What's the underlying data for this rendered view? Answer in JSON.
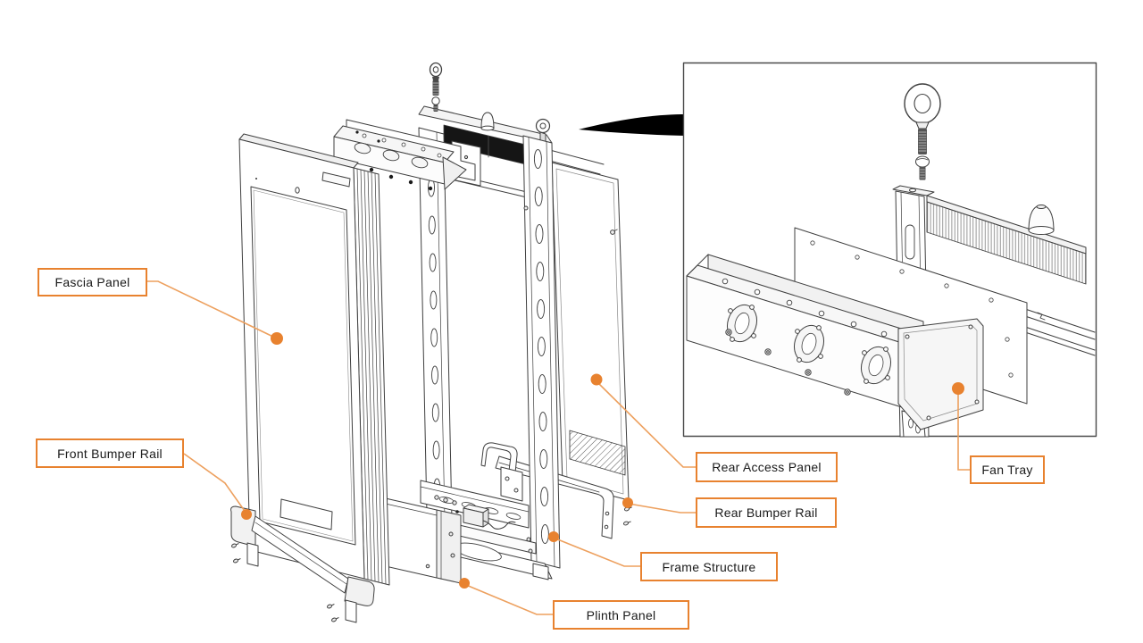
{
  "figure": {
    "type": "exploded-assembly-diagram",
    "description": "Exploded isometric line drawing of a digital signage totem enclosure, with a magnified detail inset of the fan tray and its eye bolt and fixing screw",
    "colors": {
      "accent": "#e8822f",
      "leader": "#eda05e",
      "line": "#3f3f3f"
    },
    "labels": {
      "fascia_panel": "Fascia Panel",
      "front_bumper_rail": "Front Bumper Rail",
      "rear_access_panel": "Rear Access Panel",
      "rear_bumper_rail": "Rear Bumper Rail",
      "frame_structure": "Frame Structure",
      "plinth_panel": "Plinth Panel",
      "fan_tray": "Fan Tray"
    }
  }
}
